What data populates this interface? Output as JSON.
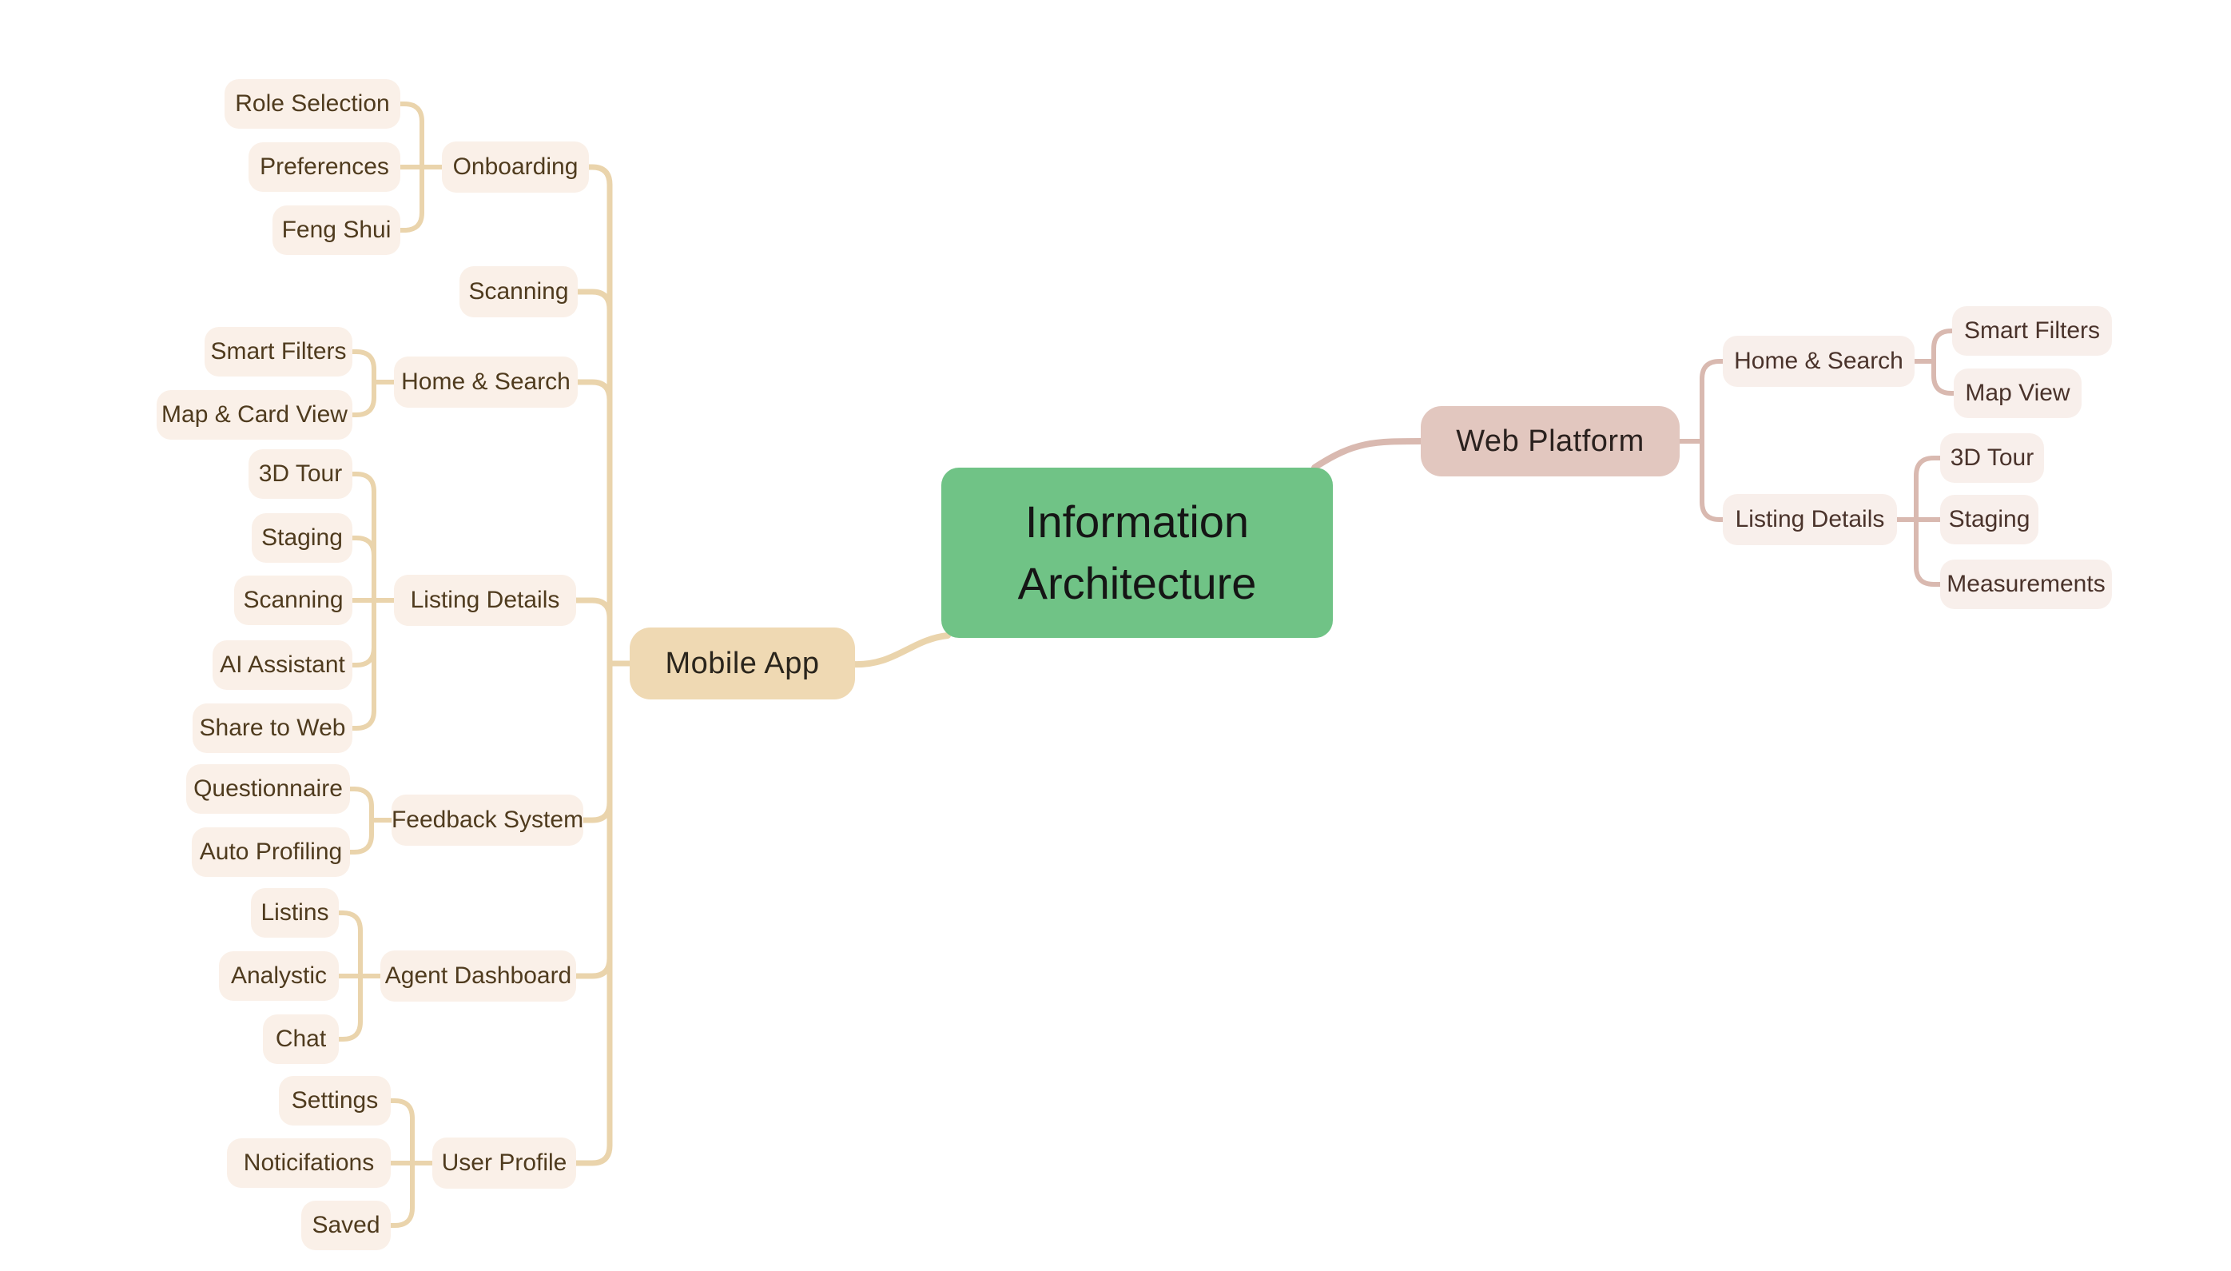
{
  "mindmap": {
    "root": {
      "label": "Information Architecture"
    },
    "branches": [
      {
        "label": "Mobile App",
        "children": [
          {
            "label": "Onboarding",
            "children": [
              {
                "label": "Role Selection"
              },
              {
                "label": "Preferences"
              },
              {
                "label": "Feng Shui"
              }
            ]
          },
          {
            "label": "Scanning",
            "children": []
          },
          {
            "label": "Home & Search",
            "children": [
              {
                "label": "Smart Filters"
              },
              {
                "label": "Map & Card View"
              }
            ]
          },
          {
            "label": "Listing Details",
            "children": [
              {
                "label": "3D Tour"
              },
              {
                "label": "Staging"
              },
              {
                "label": "Scanning"
              },
              {
                "label": "AI Assistant"
              },
              {
                "label": "Share to Web"
              }
            ]
          },
          {
            "label": "Feedback System",
            "children": [
              {
                "label": "Questionnaire"
              },
              {
                "label": "Auto Profiling"
              }
            ]
          },
          {
            "label": "Agent Dashboard",
            "children": [
              {
                "label": "Listins"
              },
              {
                "label": "Analystic"
              },
              {
                "label": "Chat"
              }
            ]
          },
          {
            "label": "User Profile",
            "children": [
              {
                "label": "Settings"
              },
              {
                "label": "Noticifations"
              },
              {
                "label": "Saved"
              }
            ]
          }
        ]
      },
      {
        "label": "Web Platform",
        "children": [
          {
            "label": "Home & Search",
            "children": [
              {
                "label": "Smart Filters"
              },
              {
                "label": "Map View"
              }
            ]
          },
          {
            "label": "Listing Details",
            "children": [
              {
                "label": "3D Tour"
              },
              {
                "label": "Staging"
              },
              {
                "label": "Measurements"
              }
            ]
          }
        ]
      }
    ],
    "palette": {
      "background": "#FFFFFF",
      "root_fill": "#70C386",
      "root_text": "#151515",
      "mobile_fill": "#EFD9B3",
      "mobile_line": "#EAD4AC",
      "mobile_leaf_fill": "#FAF0E8",
      "mobile_leaf_text": "#4F3B1E",
      "web_fill": "#E2C7BF",
      "web_line": "#D9B9B0",
      "web_leaf_fill": "#F8EFEB",
      "web_leaf_text": "#4A332B"
    }
  }
}
